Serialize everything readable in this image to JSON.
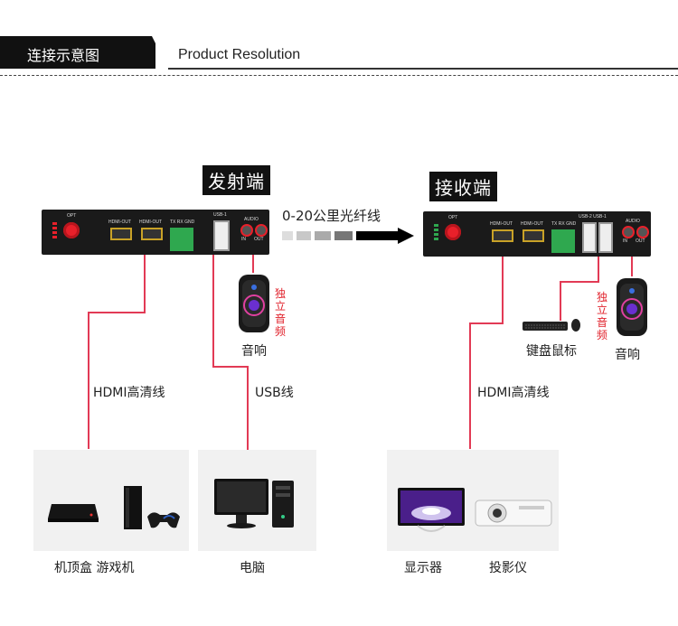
{
  "header": {
    "title": "连接示意图",
    "subtitle": "Product Resolution"
  },
  "transmitter": {
    "tag": "发射端",
    "labels": {
      "opt": "OPT",
      "hdmi_out_1": "HDMI-OUT",
      "hdmi_out_2": "HDMI-OUT",
      "serial": "TX RX GND",
      "usb": "USB-1",
      "audio": "AUDIO",
      "audio_in": "IN",
      "audio_out": "OUT"
    }
  },
  "receiver": {
    "tag": "接收端",
    "labels": {
      "opt": "OPT",
      "hdmi_out_1": "HDMI-OUT",
      "hdmi_out_2": "HDMI-OUT",
      "serial": "TX RX GND",
      "usb": "USB-2 USB-1",
      "audio": "AUDIO",
      "audio_in": "IN",
      "audio_out": "OUT"
    }
  },
  "fiber": {
    "label": "0-20公里光纤线"
  },
  "connections": {
    "hdmi_left": "HDMI高清线",
    "usb": "USB线",
    "hdmi_right": "HDMI高清线"
  },
  "side_devices": {
    "speaker_left": "音响",
    "speaker_right": "音响",
    "independent_audio_left": "独立音频",
    "independent_audio_right": "独立音频",
    "keyboard_mouse": "键盘鼠标"
  },
  "bottom_devices": {
    "stb_console": "机顶盒 游戏机",
    "computer": "电脑",
    "monitor": "显示器",
    "projector": "投影仪"
  },
  "colors": {
    "wire": "#e23a55",
    "device_body": "#1a1a1a",
    "terminal": "#2fa84f",
    "knob": "#e8202a"
  }
}
